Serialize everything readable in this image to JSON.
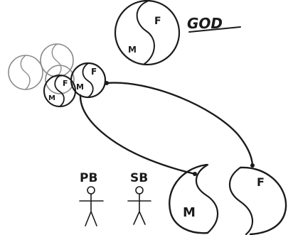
{
  "labels": {
    "god": "GOD",
    "pb": "PB",
    "sb": "SB",
    "m": "M",
    "f": "F"
  },
  "colors": {
    "ink": "#1b1b1b",
    "faded_ink": "#8a8a8a",
    "background": "#ffffff"
  }
}
